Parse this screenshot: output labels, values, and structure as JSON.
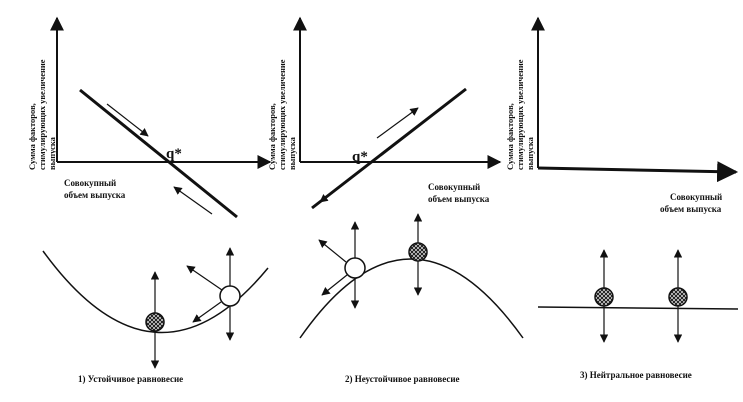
{
  "panels": [
    {
      "axis_label": [
        "Сумма факторов,",
        "стимулирующих увеличение",
        "выпуска"
      ],
      "x_label": [
        "Совокупный",
        "объем выпуска"
      ],
      "point_label": "q*",
      "caption": "1) Устойчивое равновесие"
    },
    {
      "axis_label": [
        "Сумма факторов,",
        "стимулирующих увеличение",
        "выпуска"
      ],
      "x_label": [
        "Совокупный",
        "объем выпуска"
      ],
      "point_label": "q*",
      "caption": "2) Неустойчивое равновесие"
    },
    {
      "axis_label": [
        "Сумма факторов,",
        "стимулирующих увеличение",
        "выпуска"
      ],
      "x_label": [
        "Совокупный",
        "объем выпуска"
      ],
      "caption": "3) Нейтральное равновесие"
    }
  ]
}
